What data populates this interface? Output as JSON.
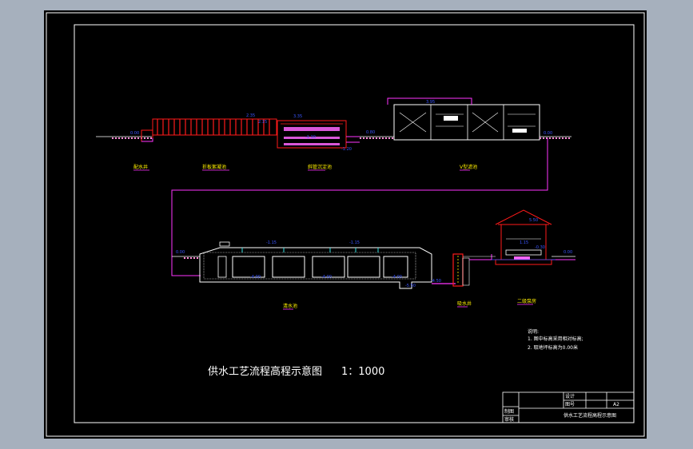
{
  "drawing": {
    "title": "供水工艺流程高程示意图",
    "scale": "1：1000",
    "notes": {
      "heading": "说明:",
      "items": [
        "1. 图中标高采用相对标高;",
        "2. 取地坪标高为0.00米"
      ]
    },
    "title_block": {
      "drawing_name": "供水工艺流程高程示意图",
      "cells": [
        "设计",
        "图号",
        "制图",
        "审核",
        "A2"
      ]
    },
    "upper_profile": {
      "levels": [
        "0.00",
        "2.35",
        "2.15",
        "-1.10",
        "3.35",
        "0.80",
        "-1.20",
        "3.95",
        "0.00"
      ],
      "structure_labels": [
        "配水井",
        "折板絮凝池",
        "斜管沉淀池",
        "V型滤池"
      ]
    },
    "lower_profile": {
      "levels": [
        "0.00",
        "-1.15",
        "-1.15",
        "-4.00",
        "-4.00",
        "-4.00",
        "-5.50",
        "-4.50",
        "5.50",
        "1.15",
        "-0.30",
        "0.00"
      ],
      "structure_labels": [
        "清水池",
        "吸水井",
        "二级泵房"
      ]
    }
  },
  "colors": {
    "background": "#000000",
    "frame": "#ffffff",
    "structure": "#ff1a1a",
    "pipe": "#ff33ff",
    "level": "#3a55ff",
    "fill": "#ff66ff",
    "label": "#ffee00",
    "outer": "#a6b0bd"
  }
}
